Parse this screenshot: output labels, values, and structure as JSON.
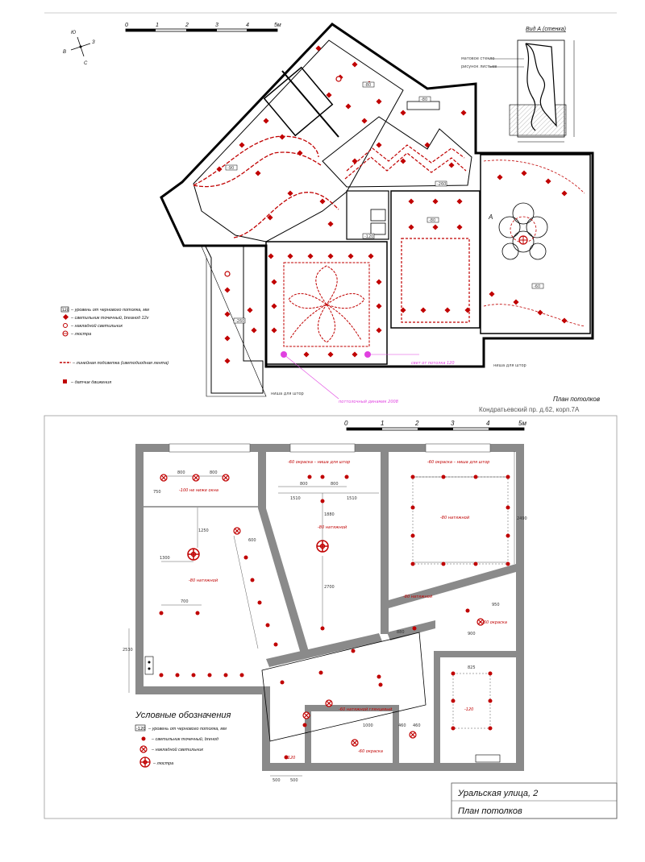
{
  "sheet1": {
    "scale": {
      "ticks": [
        "0",
        "1",
        "2",
        "3",
        "4",
        "5м"
      ]
    },
    "compass": {
      "n": "Ю",
      "e": "З",
      "w": "В",
      "s": "С"
    },
    "view_a": {
      "title": "Вид А (стенка)",
      "note1": "матовое стекло",
      "note2": "рисунок листьев",
      "marker": "А"
    },
    "legend": [
      {
        "symbol": "120",
        "text": "– уровень от чернового потолка, мм"
      },
      {
        "text": "– светильник точечный, breaнoд 12v"
      },
      {
        "text": "– накладной светильник"
      },
      {
        "text": "– люстра"
      },
      {
        "text": "– линейная подсветка (светодиодная лента)"
      },
      {
        "text": "– датчик движения"
      }
    ],
    "title": "План потолков",
    "address": "Кондратьевский пр. д.62, корп.7А",
    "room_tags": [
      "-90",
      "-80",
      "-80",
      "-60",
      "-260",
      "-260",
      "-80",
      "-120"
    ],
    "notes": [
      "ниша для штор",
      "поттолочный динамик 2008",
      "свет от потолка 120",
      "ниша для штор"
    ]
  },
  "sheet2": {
    "scale": {
      "ticks": [
        "0",
        "1",
        "2",
        "3",
        "4",
        "5м"
      ]
    },
    "legend_title": "Условные обозначения",
    "legend": [
      {
        "symbol": "-120",
        "text": "– уровень от чернового потолка, мм"
      },
      {
        "text": "– светильник точечный, breнoд"
      },
      {
        "text": "– накладной светильник"
      },
      {
        "text": "– люстра"
      }
    ],
    "tags": {
      "t1": "-60 окраска – ниша для штор",
      "t2": "-60 окраска – ниша для штор",
      "t3": "-100 не ниже окна",
      "t4": "-80 натяжной",
      "t5": "-80 натяжной",
      "t6": "-80 натяжной",
      "t7": "-80 натяжной",
      "t8": "-60 окраска",
      "t9": "-60 натяжной глянцевый",
      "t10": "-60 окраска",
      "t11": "-120",
      "t12": "-120"
    },
    "dims": {
      "d800a": "800",
      "d800b": "800",
      "d750": "750",
      "d1300": "1300",
      "d1250": "1250",
      "d700": "700",
      "d1510a": "1510",
      "d1510b": "1510",
      "d1880": "1880",
      "d2700": "2700",
      "d600a": "600",
      "d800c": "800",
      "d800d": "800",
      "d2490": "2490",
      "d950": "950",
      "d900": "900",
      "d460a": "460",
      "d460b": "460",
      "d825": "825",
      "d500a": "500",
      "d500b": "500",
      "d2530": "2530",
      "d1000": "1000",
      "d880": "880"
    },
    "title_block": {
      "street": "Уральская улица, 2",
      "title": "План потолков"
    }
  }
}
